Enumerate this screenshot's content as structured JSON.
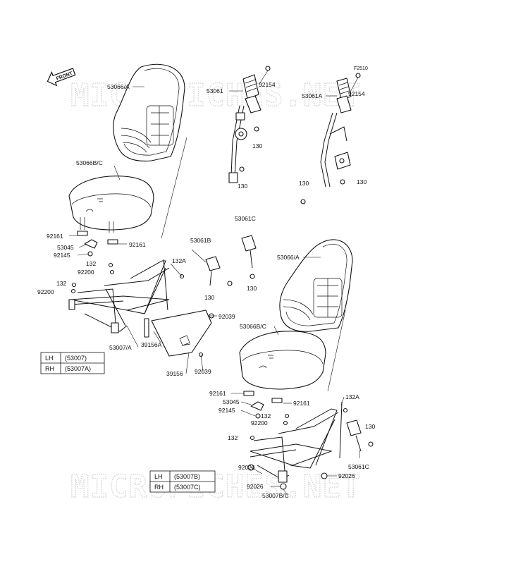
{
  "watermark": {
    "text": "MICROFICHES.NET"
  },
  "front_marker": {
    "text": "FRONT"
  },
  "figure_code": "F2510",
  "labels": {
    "l53066a_top": "53066/A",
    "l53061": "53061",
    "l92154_a": "92154",
    "l53061a": "53061A",
    "l92154_b": "92154",
    "l130_a": "130",
    "l130_b": "130",
    "l130_c": "130",
    "l130_d": "130",
    "l53066bc_top": "53066B/C",
    "l92161_a": "92161",
    "l53045_a": "53045",
    "l92145_a": "92145",
    "l92161_b": "92161",
    "l53061c_top": "53061C",
    "l53061b": "53061B",
    "l132a_a": "132A",
    "l132_a": "132",
    "l92200_a": "92200",
    "l132_b": "132",
    "l92200_b": "92200",
    "l130_e": "130",
    "l130_f": "130",
    "l92039_a": "92039",
    "l53007a": "53007/A",
    "l39156a": "39156A",
    "l39156": "39156",
    "l92039_b": "92039",
    "l53066a_bot": "53066/A",
    "l53066bc_bot": "53066B/C",
    "l92161_c": "92161",
    "l53045_b": "53045",
    "l92145_b": "92145",
    "l92161_d": "92161",
    "l132a_b": "132A",
    "l132_c": "132",
    "l92200_c": "92200",
    "l132_d": "132",
    "l130_g": "130",
    "l53061c_bot": "53061C",
    "l92026_a": "92026",
    "l92026_b": "92026",
    "l92026_c": "92026",
    "l53007bc": "53007B/C"
  },
  "table_a": {
    "rows": [
      {
        "side": "LH",
        "code": "(53007)"
      },
      {
        "side": "RH",
        "code": "(53007A)"
      }
    ]
  },
  "table_b": {
    "rows": [
      {
        "side": "LH",
        "code": "(53007B)"
      },
      {
        "side": "RH",
        "code": "(53007C)"
      }
    ]
  }
}
